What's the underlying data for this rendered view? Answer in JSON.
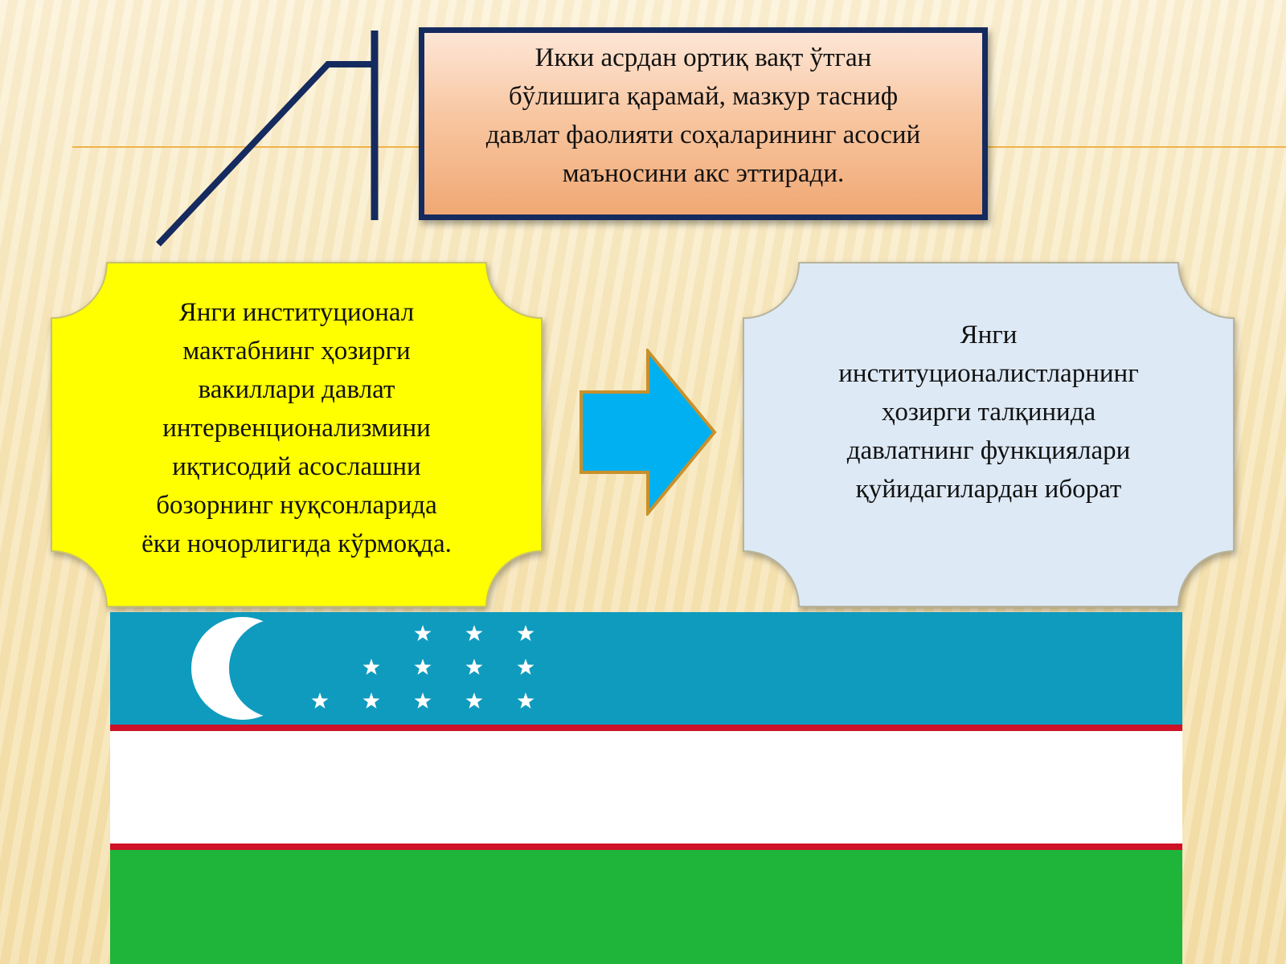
{
  "top_note": {
    "lines": [
      "Икки асрдан ортиқ вақт ўтган",
      "бўлишига қарамай, мазкур тасниф",
      "давлат фаолияти соҳаларининг асосий",
      "маъносини акс эттиради."
    ]
  },
  "left_box": {
    "lines": [
      "Янги институционал",
      "мактабнинг ҳозирги",
      "вакиллари давлат",
      "интервенционализмини",
      "иқтисодий асослашни",
      "бозорнинг нуқсонларида",
      "ёки ночорлигида кўрмоқда."
    ]
  },
  "right_box": {
    "lines": [
      "Янги",
      "институционалистларнинг",
      "ҳозирги талқинида",
      "давлатнинг функциялари",
      "қуйидагилардан иборат"
    ]
  },
  "colors": {
    "top_box_border": "#152a5e",
    "left_box_fill": "#ffff00",
    "right_box_fill": "#dde9f5",
    "arrow_fill": "#00b0f0",
    "arrow_outline": "#c8902c",
    "flag_blue": "#0f9bbe",
    "flag_red": "#ce1126",
    "flag_white": "#ffffff",
    "flag_green": "#1eb53a"
  },
  "icons": {
    "arrow": "right-arrow-icon",
    "flag": "uzbekistan-flag",
    "crescent": "crescent-icon",
    "star": "star-icon"
  }
}
